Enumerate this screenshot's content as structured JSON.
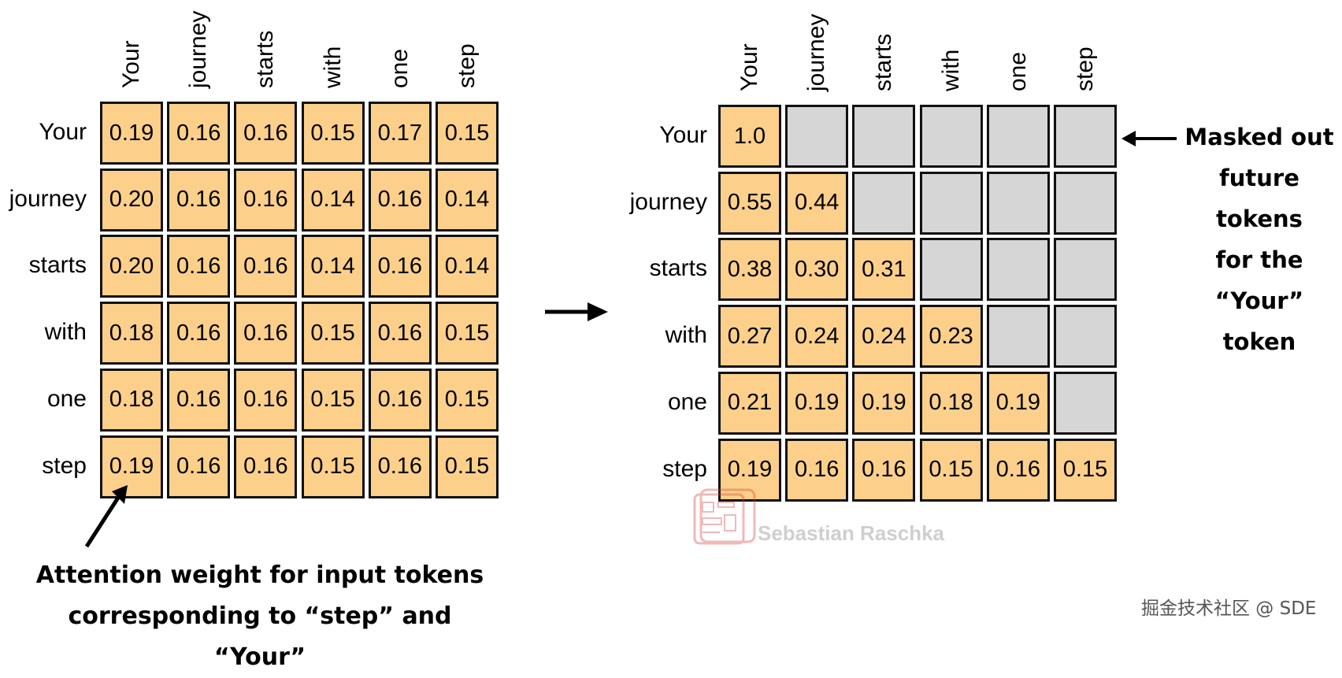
{
  "tokens": [
    "Your",
    "journey",
    "starts",
    "with",
    "one",
    "step"
  ],
  "left_matrix": {
    "rows": [
      [
        "0.19",
        "0.16",
        "0.16",
        "0.15",
        "0.17",
        "0.15"
      ],
      [
        "0.20",
        "0.16",
        "0.16",
        "0.14",
        "0.16",
        "0.14"
      ],
      [
        "0.20",
        "0.16",
        "0.16",
        "0.14",
        "0.16",
        "0.14"
      ],
      [
        "0.18",
        "0.16",
        "0.16",
        "0.15",
        "0.16",
        "0.15"
      ],
      [
        "0.18",
        "0.16",
        "0.16",
        "0.15",
        "0.16",
        "0.15"
      ],
      [
        "0.19",
        "0.16",
        "0.16",
        "0.15",
        "0.16",
        "0.15"
      ]
    ]
  },
  "right_matrix": {
    "rows": [
      [
        "1.0",
        null,
        null,
        null,
        null,
        null
      ],
      [
        "0.55",
        "0.44",
        null,
        null,
        null,
        null
      ],
      [
        "0.38",
        "0.30",
        "0.31",
        null,
        null,
        null
      ],
      [
        "0.27",
        "0.24",
        "0.24",
        "0.23",
        null,
        null
      ],
      [
        "0.21",
        "0.19",
        "0.19",
        "0.18",
        "0.19",
        null
      ],
      [
        "0.19",
        "0.16",
        "0.16",
        "0.15",
        "0.16",
        "0.15"
      ]
    ]
  },
  "annotations": {
    "bottom_line1": "Attention weight for input tokens",
    "bottom_line2": "corresponding to “step” and “Your”",
    "right_line1": "Masked out",
    "right_line2": "future tokens",
    "right_line3": "for the “Your”",
    "right_line4": "token"
  },
  "watermark": {
    "author": "Sebastian Raschka",
    "seal_icon": "red-seal-stamp"
  },
  "corner_credit": "掘金技术社区 @ SDE",
  "colors": {
    "cell_fill": "#fcd08b",
    "masked_fill": "#d6d6d6",
    "border": "#111111"
  }
}
